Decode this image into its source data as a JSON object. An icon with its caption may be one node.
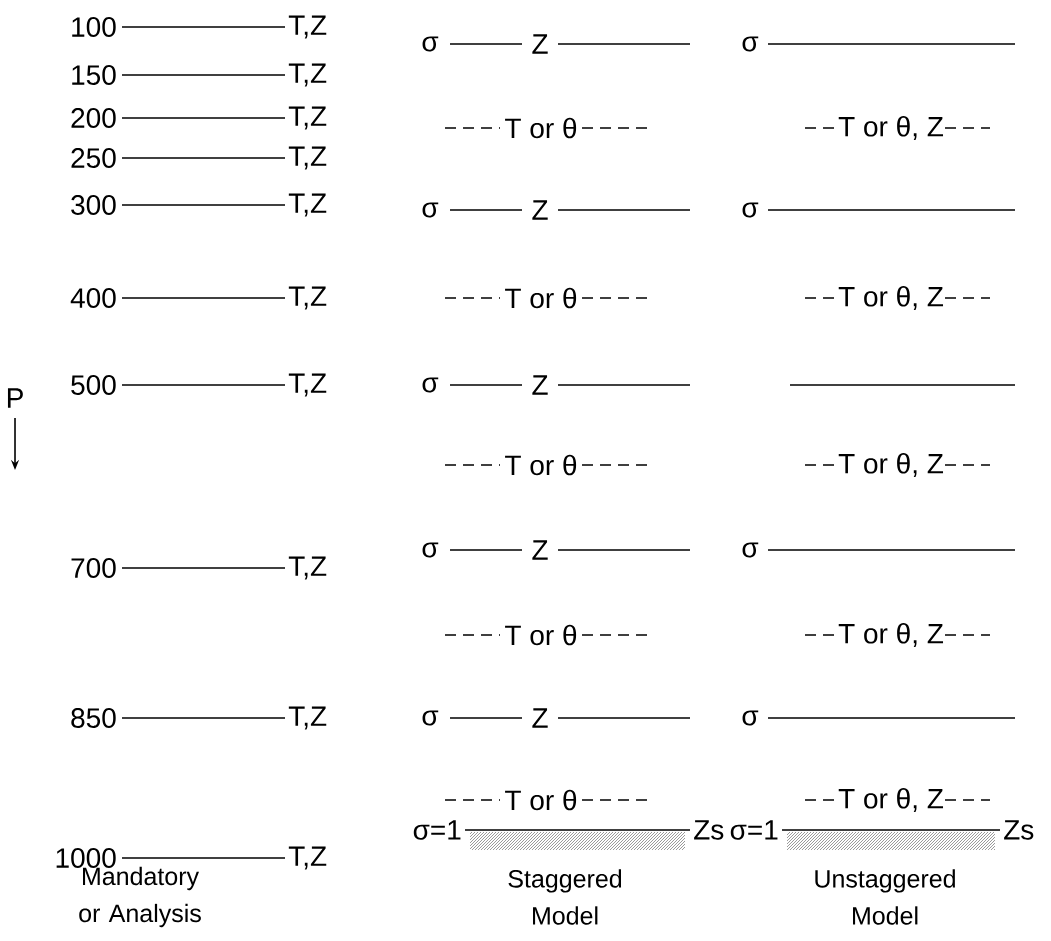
{
  "diagram": {
    "labels": [
      "100",
      "T,Z",
      "150",
      "T,Z",
      "200",
      "T,Z",
      "250",
      "T,Z",
      "300",
      "T,Z",
      "400",
      "T,Z",
      "500",
      "T,Z",
      "700",
      "T,Z",
      "850",
      "T,Z",
      "1000",
      "T,Z",
      "σ",
      "Z",
      "T or θ",
      "σ",
      "Z",
      "T or θ",
      "σ",
      "Z",
      "T or θ",
      "σ",
      "Z",
      "T or θ",
      "σ",
      "Z",
      "T or θ",
      "σ=1",
      "Zs",
      "σ",
      "T or θ, Z",
      "σ",
      "T or θ, Z",
      "T or θ, Z",
      "σ",
      "T or θ, Z",
      "σ",
      "T or θ, Z",
      "σ=1",
      "Zs",
      "Mandatory or Analysis",
      "Staggered Model",
      "Unstaggered Model",
      "P"
    ]
  }
}
